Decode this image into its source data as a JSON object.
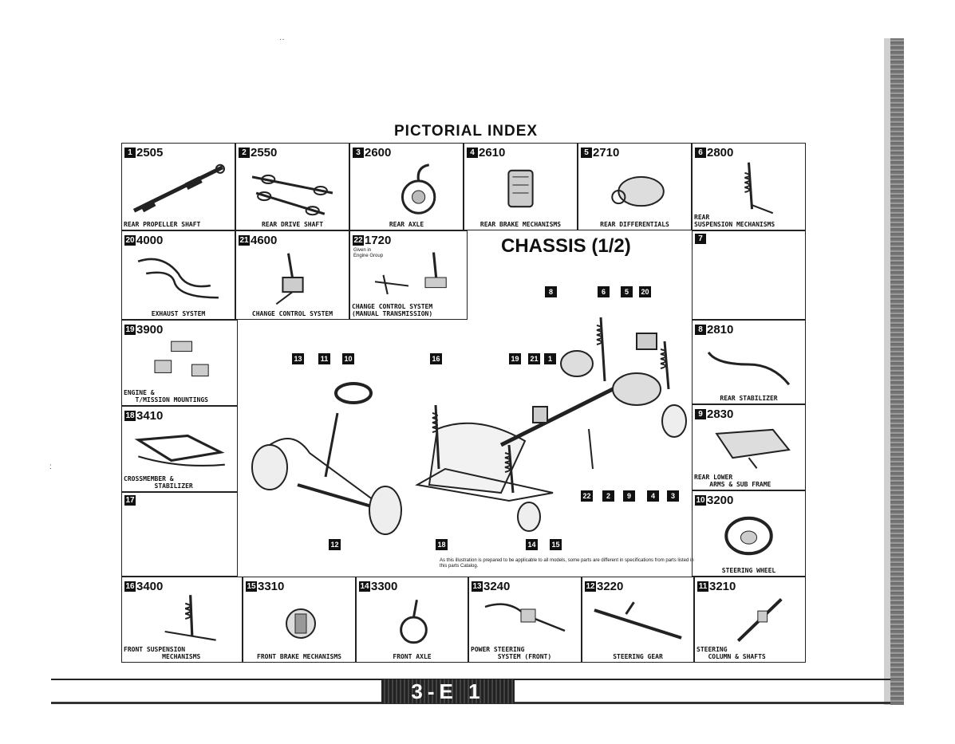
{
  "page": {
    "title": "PICTORIAL INDEX",
    "section_title": "CHASSIS (1/2)",
    "page_number": "3-E 1",
    "note": "As this illustration is prepared to be applicable to all models, some parts are different in specifications from parts listed in this parts Catalog."
  },
  "cells": {
    "c1": {
      "num": "1",
      "code": "2505",
      "caption": "REAR PROPELLER SHAFT"
    },
    "c2": {
      "num": "2",
      "code": "2550",
      "caption": "REAR DRIVE SHAFT"
    },
    "c3": {
      "num": "3",
      "code": "2600",
      "caption": "REAR AXLE"
    },
    "c4": {
      "num": "4",
      "code": "2610",
      "caption": "REAR BRAKE MECHANISMS"
    },
    "c5": {
      "num": "5",
      "code": "2710",
      "caption": "REAR DIFFERENTIALS"
    },
    "c6": {
      "num": "6",
      "code": "2800",
      "caption": "REAR\nSUSPENSION MECHANISMS"
    },
    "c20": {
      "num": "20",
      "code": "4000",
      "caption": "EXHAUST SYSTEM"
    },
    "c21": {
      "num": "21",
      "code": "4600",
      "caption": "CHANGE CONTROL SYSTEM"
    },
    "c22": {
      "num": "22",
      "code": "1720",
      "sub": "Given in\nEngine Group",
      "caption": "CHANGE CONTROL SYSTEM\n(MANUAL TRANSMISSION)"
    },
    "c7": {
      "num": "7",
      "code": "",
      "caption": ""
    },
    "c19": {
      "num": "19",
      "code": "3900",
      "caption": "ENGINE &\n   T/MISSION MOUNTINGS"
    },
    "c8": {
      "num": "8",
      "code": "2810",
      "caption": "REAR STABILIZER"
    },
    "c18": {
      "num": "18",
      "code": "3410",
      "caption": "CROSSMEMBER &\n        STABILIZER"
    },
    "c9": {
      "num": "9",
      "code": "2830",
      "caption": "REAR LOWER\n    ARMS & SUB FRAME"
    },
    "c17": {
      "num": "17",
      "code": "",
      "caption": ""
    },
    "c10": {
      "num": "10",
      "code": "3200",
      "caption": "STEERING WHEEL"
    },
    "c16": {
      "num": "16",
      "code": "3400",
      "caption": "FRONT SUSPENSION\n          MECHANISMS"
    },
    "c15": {
      "num": "15",
      "code": "3310",
      "caption": "FRONT BRAKE MECHANISMS"
    },
    "c14": {
      "num": "14",
      "code": "3300",
      "caption": "FRONT AXLE"
    },
    "c13": {
      "num": "13",
      "code": "3240",
      "caption": "POWER STEERING\n       SYSTEM (FRONT)"
    },
    "c12": {
      "num": "12",
      "code": "3220",
      "caption": "STEERING GEAR"
    },
    "c11": {
      "num": "11",
      "code": "3210",
      "caption": "STEERING\n   COLUMN & SHAFTS"
    }
  },
  "callouts": [
    "8",
    "6",
    "5",
    "20",
    "13",
    "11",
    "10",
    "16",
    "19",
    "21",
    "1",
    "22",
    "2",
    "9",
    "4",
    "3",
    "12",
    "18",
    "14",
    "15"
  ]
}
